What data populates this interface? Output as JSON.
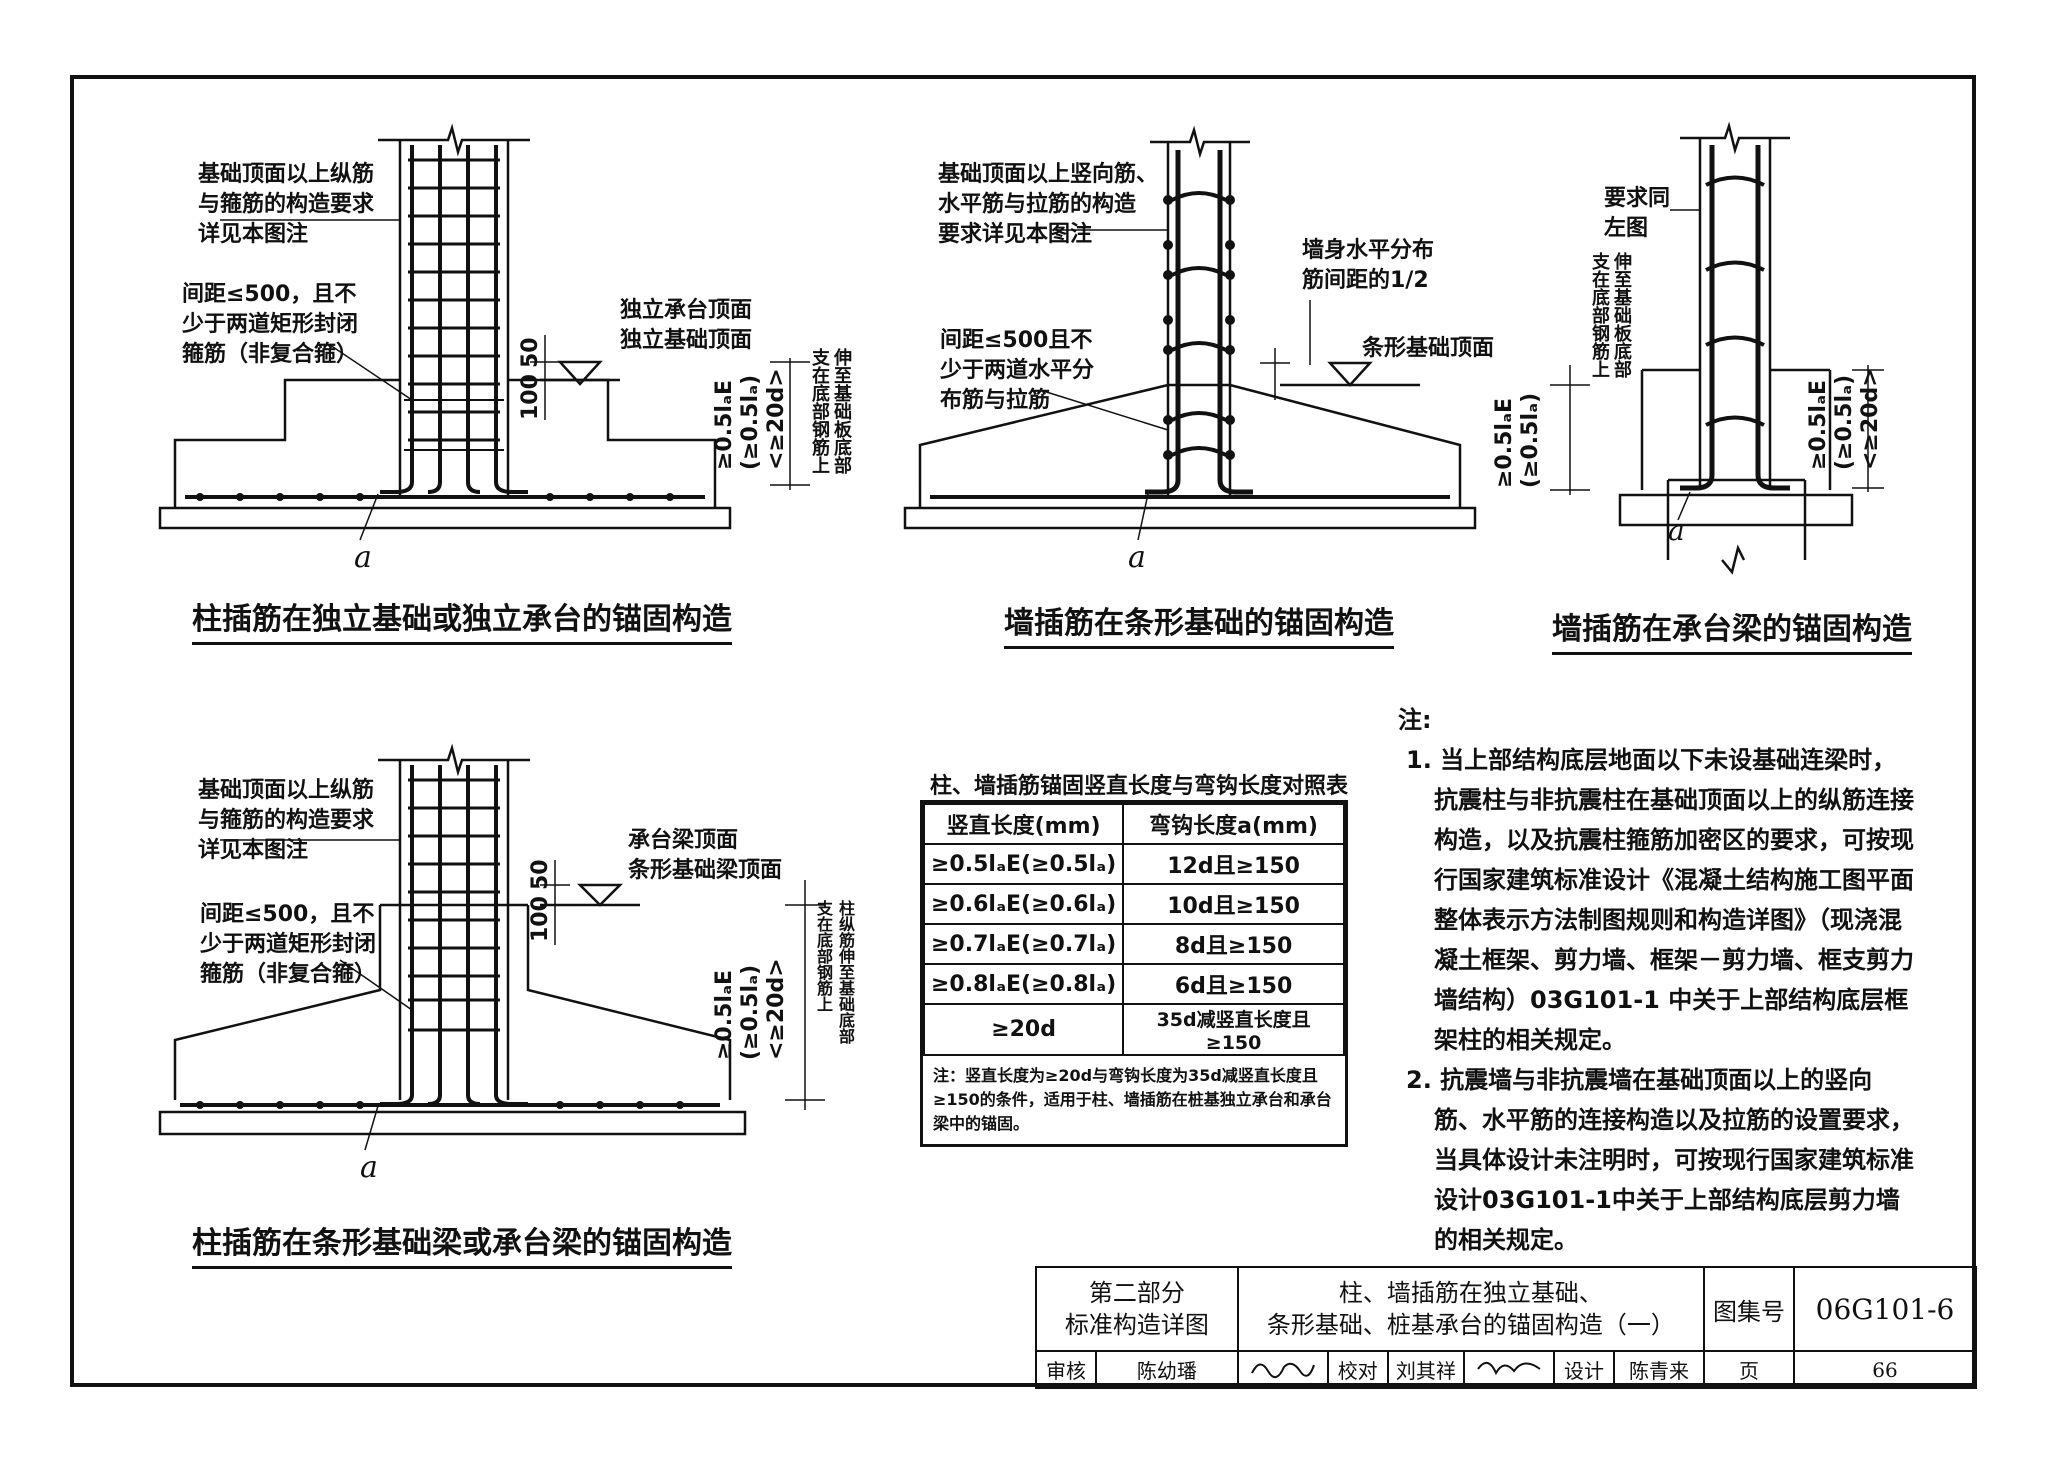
{
  "fig1": {
    "caption": "柱插筋在独立基础或独立承台的锚固构造",
    "label_top": "基础顶面以上纵筋\n与箍筋的构造要求\n详见本图注",
    "label_spacing": "间距≤500，且不\n少于两道矩形封闭\n箍筋（非复合箍）",
    "label_surface": "独立承台顶面\n独立基础顶面",
    "dim_50": "50",
    "dim_100": "100",
    "dim_anchor": "≥0.5lₐE\n(≥0.5lₐ)\n<≥20d>",
    "vert_note": "伸至基础板底部\n支在底部钢筋上",
    "hook": "a"
  },
  "fig2": {
    "caption": "墙插筋在条形基础的锚固构造",
    "label_top": "基础顶面以上竖向筋、\n水平筋与拉筋的构造\n要求详见本图注",
    "label_spacing": "间距≤500且不\n少于两道水平分\n布筋与拉筋",
    "label_half": "墙身水平分布\n筋间距的1/2",
    "label_surface": "条形基础顶面",
    "dim_anchor": "≥0.5lₐE\n(≥0.5lₐ)",
    "vert_note": "伸至基础板底部\n支在底部钢筋上",
    "hook": "a"
  },
  "fig3": {
    "caption": "墙插筋在承台梁的锚固构造",
    "label_top": "要求同\n左图",
    "dim_anchor": "≥0.5lₐE\n(≥0.5lₐ)\n<≥20d>",
    "hook": "a"
  },
  "fig4": {
    "caption": "柱插筋在条形基础梁或承台梁的锚固构造",
    "label_top": "基础顶面以上纵筋\n与箍筋的构造要求\n详见本图注",
    "label_spacing": "间距≤500，且不\n少于两道矩形封闭\n箍筋（非复合箍）",
    "label_surface": "承台梁顶面\n条形基础梁顶面",
    "dim_50": "50",
    "dim_100": "100",
    "dim_anchor": "≥0.5lₐE\n(≥0.5lₐ)\n<≥20d>",
    "vert_note": "柱纵筋伸至基础底部\n支在底部钢筋上",
    "hook": "a"
  },
  "table": {
    "title": "柱、墙插筋锚固竖直长度与弯钩长度对照表",
    "headers": [
      "竖直长度(mm)",
      "弯钩长度a(mm)"
    ],
    "rows": [
      [
        "≥0.5lₐE(≥0.5lₐ)",
        "12d且≥150"
      ],
      [
        "≥0.6lₐE(≥0.6lₐ)",
        "10d且≥150"
      ],
      [
        "≥0.7lₐE(≥0.7lₐ)",
        "8d且≥150"
      ],
      [
        "≥0.8lₐE(≥0.8lₐ)",
        "6d且≥150"
      ],
      [
        "≥20d",
        "35d减竖直长度且≥150"
      ]
    ],
    "note": "注：竖直长度为≥20d与弯钩长度为35d减竖直长度且≥150的条件，适用于柱、墙插筋在桩基独立承台和承台梁中的锚固。"
  },
  "notes": {
    "heading": "注:",
    "items": [
      "1. 当上部结构底层地面以下未设基础连梁时，抗震柱与非抗震柱在基础顶面以上的纵筋连接构造，以及抗震柱箍筋加密区的要求，可按现行国家建筑标准设计《混凝土结构施工图平面整体表示方法制图规则和构造详图》（现浇混凝土框架、剪力墙、框架－剪力墙、框支剪力墙结构）03G101-1 中关于上部结构底层框架柱的相关规定。",
      "2. 抗震墙与非抗震墙在基础顶面以上的竖向筋、水平筋的连接构造以及拉筋的设置要求，当具体设计未注明时，可按现行国家建筑标准设计03G101-1中关于上部结构底层剪力墙的相关规定。"
    ]
  },
  "titleblock": {
    "part": "第二部分",
    "part_sub": "标准构造详图",
    "title1": "柱、墙插筋在独立基础、",
    "title2": "条形基础、桩基承台的锚固构造（一）",
    "atlas_label": "图集号",
    "atlas_no": "06G101-6",
    "review": "审核",
    "reviewer": "陈幼璠",
    "check": "校对",
    "checker": "刘其祥",
    "design": "设计",
    "designer": "陈青来",
    "page_label": "页",
    "page_no": "66"
  }
}
